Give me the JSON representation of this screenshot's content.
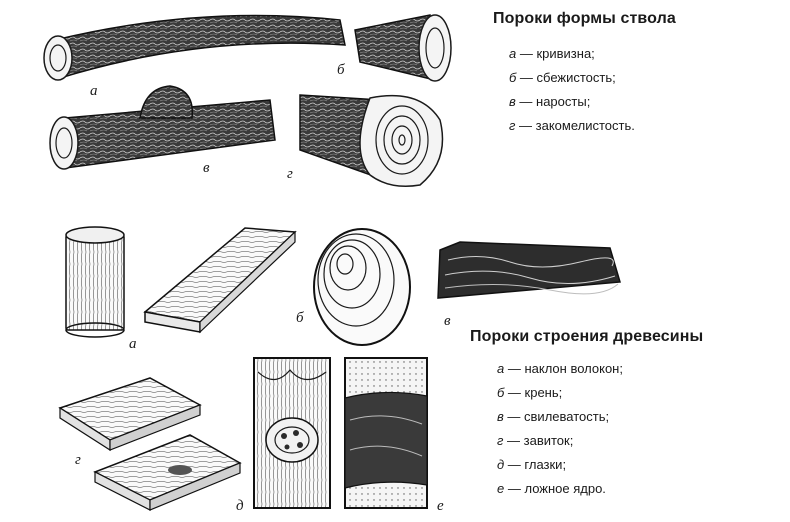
{
  "section_trunk": {
    "title": "Пороки формы ствола",
    "items": [
      {
        "letter": "а",
        "text": " — кривизна;"
      },
      {
        "letter": "б",
        "text": " — сбежистость;"
      },
      {
        "letter": "в",
        "text": " — наросты;"
      },
      {
        "letter": "г",
        "text": " — закомелистость."
      }
    ],
    "figure_labels": {
      "a": "а",
      "b": "б",
      "v": "в",
      "g": "г"
    }
  },
  "section_wood": {
    "title": "Пороки строения древесины",
    "items": [
      {
        "letter": "а",
        "text": " — наклон волокон;"
      },
      {
        "letter": "б",
        "text": " — крень;"
      },
      {
        "letter": "в",
        "text": " — свилеватость;"
      },
      {
        "letter": "г",
        "text": " — завиток;"
      },
      {
        "letter": "д",
        "text": " — глазки;"
      },
      {
        "letter": "е",
        "text": " — ложное ядро."
      }
    ],
    "figure_labels": {
      "a": "а",
      "b": "б",
      "v": "в",
      "g": "г",
      "d": "д",
      "e": "е"
    }
  }
}
